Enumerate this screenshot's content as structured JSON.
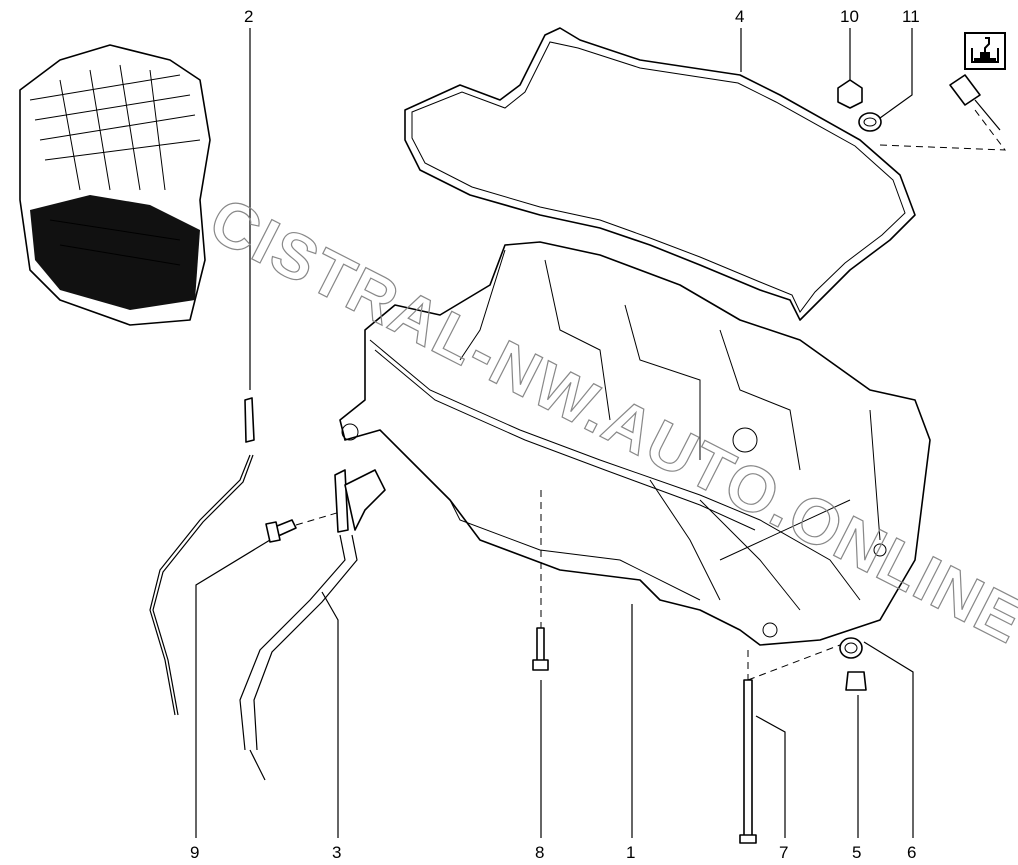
{
  "diagram": {
    "callouts": [
      {
        "id": "1",
        "label": "1"
      },
      {
        "id": "2",
        "label": "2"
      },
      {
        "id": "3",
        "label": "3"
      },
      {
        "id": "4",
        "label": "4"
      },
      {
        "id": "5",
        "label": "5"
      },
      {
        "id": "6",
        "label": "6"
      },
      {
        "id": "7",
        "label": "7"
      },
      {
        "id": "8",
        "label": "8"
      },
      {
        "id": "9",
        "label": "9"
      },
      {
        "id": "10",
        "label": "10"
      },
      {
        "id": "11",
        "label": "11"
      }
    ],
    "corner_icon": "oil-level-sensor-icon",
    "watermark": "CISTRAL-NW.AUTO.ONLINE",
    "line_color": "#000000",
    "engine_fill": "#111111"
  }
}
